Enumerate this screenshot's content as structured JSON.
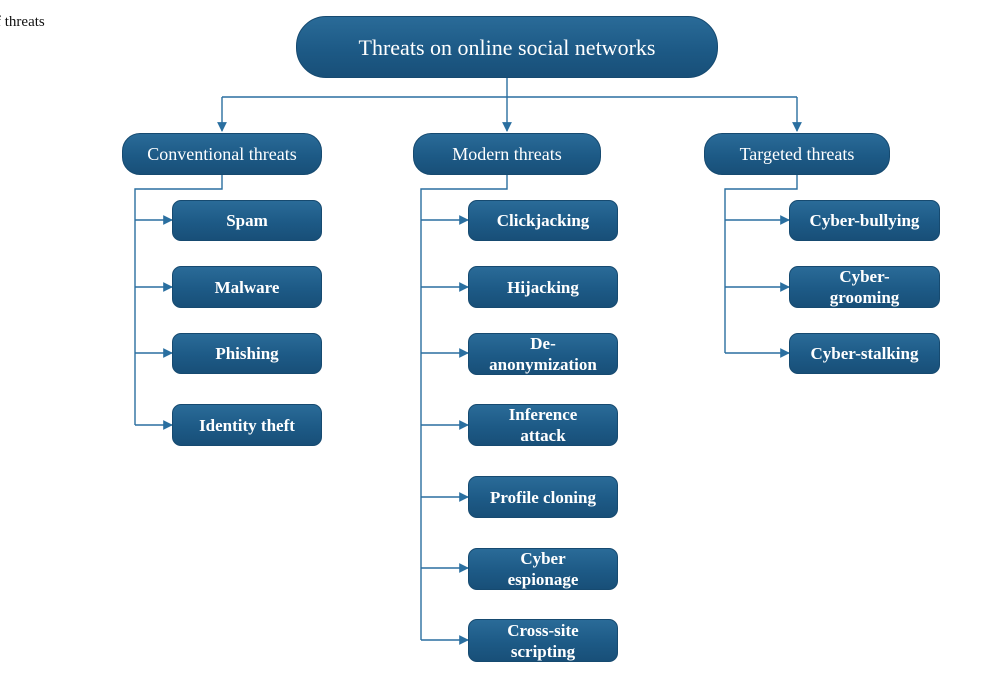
{
  "caption_fragment": "f threats",
  "colors": {
    "node_fill": "#1d5a86",
    "connector": "#2a6fa0",
    "node_text": "#ffffff"
  },
  "root": {
    "label": "Threats on online social networks"
  },
  "categories": [
    {
      "label": "Conventional threats",
      "items": [
        "Spam",
        "Malware",
        "Phishing",
        "Identity theft"
      ]
    },
    {
      "label": "Modern threats",
      "items": [
        "Clickjacking",
        "Hijacking",
        "De-\nanonymization",
        "Inference\nattack",
        "Profile cloning",
        "Cyber\nespionage",
        "Cross-site\nscripting"
      ]
    },
    {
      "label": "Targeted threats",
      "items": [
        "Cyber-bullying",
        "Cyber-\ngrooming",
        "Cyber-stalking"
      ]
    }
  ]
}
